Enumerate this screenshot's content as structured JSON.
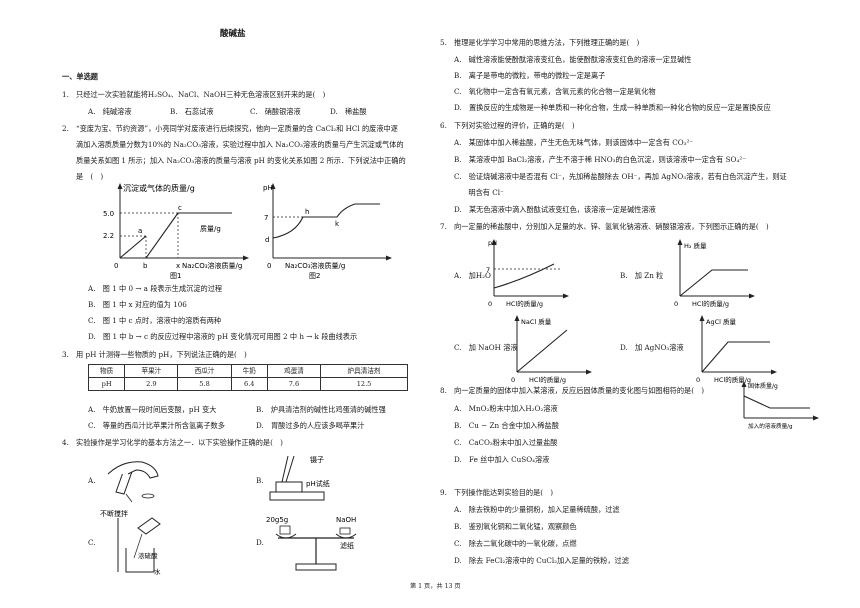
{
  "doc": {
    "title": "酸碱盐",
    "section": "一、单选题",
    "footer": "第 1 页，共 13 页"
  },
  "q1": {
    "stem": "1.　只经过一次实验就能将H₂SO₄、NaCl、NaOH三种无色溶液区别开来的是(　)",
    "options": [
      "A.　纯碱溶液",
      "B.　石蕊试液",
      "C.　硝酸银溶液",
      "D.　稀盐酸"
    ]
  },
  "q2": {
    "stem": [
      "2.　“变废为宝、节约资源”，小亮同学对废液进行后续探究，他向一定质量的含 CaCl₂和 HCl 的废液中逐",
      "滴加入溶质质量分数为10%的 Na₂CO₃溶液，实验过程中加入 Na₂CO₃溶液的质量与产生沉淀或气体的",
      "质量关系如图 1 所示；加入 Na₂CO₃溶液的质量与溶液 pH 的变化关系如图 2 所示．下列说法中正确的",
      "是　(　)"
    ],
    "fig1": {
      "ylabel": "沉淀或气体的质量/g",
      "y1": "5.0",
      "y2": "2.2",
      "origin": "0",
      "a": "a",
      "b": "b",
      "c": "c",
      "x": "x",
      "curve": "质量/g",
      "xlabel": "Na₂CO₃溶液质量/g",
      "caption": "图1"
    },
    "fig2": {
      "ylabel": "pH",
      "y7": "7",
      "d": "d",
      "h": "h",
      "k": "k",
      "origin": "0",
      "xlabel": "Na₂CO₃溶液质量/g",
      "caption": "图2"
    },
    "options": [
      "A.　图 1 中 0 → a 段表示生成沉淀的过程",
      "B.　图 1 中 x 对应的值为 106",
      "C.　图 1 中 c 点时，溶液中的溶质有两种",
      "D.　图 1 中 b → c 的反应过程中溶液的 pH 变化情况可用图 2 中 h → k 段曲线表示"
    ]
  },
  "q3": {
    "stem": "3.　用 pH 计测得一些物质的 pH，下列说法正确的是(　)",
    "table": [
      [
        "物质",
        "苹果汁",
        "西瓜汁",
        "牛奶",
        "鸡蛋清",
        "炉具清洁剂"
      ],
      [
        "pH",
        "2.9",
        "5.8",
        "6.4",
        "7.6",
        "12.5"
      ]
    ],
    "options": [
      "A.　牛奶放置一段时间后变酸，pH 变大",
      "B.　炉具清洁剂的碱性比鸡蛋清的碱性强",
      "C.　等量的西瓜汁比苹果汁所含氢离子数多",
      "D.　胃酸过多的人应该多喝苹果汁"
    ]
  },
  "q4": {
    "stem": "4.　实验操作是学习化学的基本方法之一．以下实验操作正确的是(　)",
    "A": "A.",
    "B": "B.",
    "C": "C.",
    "D": "D.",
    "labelB1": "镊子",
    "labelB2": "pH试纸",
    "labelC1": "不断搅拌",
    "labelC2": "浓硫酸",
    "labelC3": "水",
    "labelD1": "20g5g",
    "labelD2": "NaOH",
    "labelD3": "滤纸"
  },
  "q5": {
    "stem": "5.　推理是化学学习中常用的思维方法，下列推理正确的是(　)",
    "options": [
      "A.　碱性溶液能使酚酞溶液变红色，能使酚酞溶液变红色的溶液一定显碱性",
      "B.　离子是带电的微粒，带电的微粒一定是离子",
      "C.　氧化物中一定含有氧元素，含氧元素的化合物一定是氧化物",
      "D.　置换反应的生成物是一种单质和一种化合物，生成一种单质和一种化合物的反应一定是置换反应"
    ]
  },
  "q6": {
    "stem": "6.　下列对实验过程的评价，正确的是(　)",
    "options": [
      "A.　某固体中加入稀盐酸，产生无色无味气体，则该固体中一定含有 CO₃²⁻",
      "B.　某溶液中加 BaCl₂溶液，产生不溶于稀 HNO₃的白色沉淀，则该溶液中一定含有 SO₄²⁻",
      "C.　验证烧碱溶液中是否混有 Cl⁻，先加稀盐酸除去 OH⁻，再加 AgNO₃溶液，若有白色沉淀产生，则证",
      "　　明含有 Cl⁻",
      "D.　某无色溶液中滴入酚酞试液变红色，该溶液一定是碱性溶液"
    ]
  },
  "q7": {
    "stem": "7.　向一定量的稀盐酸中，分别加入足量的水、锌、氢氧化钠溶液、硝酸银溶液，下列图示正确的是(　)",
    "A": "A.　加H₂O",
    "B": "B.　加 Zn 粒",
    "C": "C.　加 NaOH 溶液",
    "D": "D.　加 AgNO₃溶液",
    "gA": {
      "y": "pH",
      "seven": "7",
      "o": "0",
      "x": "HCl的质量/g"
    },
    "gB": {
      "y": "H₂ 质量",
      "o": "0",
      "x": "HCl的质量/g"
    },
    "gC": {
      "y": "NaCl 质量",
      "o": "0",
      "x": "HCl的质量/g"
    },
    "gD": {
      "y": "AgCl 质量",
      "o": "0",
      "x": "HCl的质量/g"
    }
  },
  "q8": {
    "stem": "8.　向一定质量的固体中加入某溶液，反应后固体质量的变化图与如图相符的是(　)",
    "graph": {
      "y": "固体质量/g",
      "x": "加入的溶液质量/g"
    },
    "options": [
      "A.　MnO₂粉末中加入H₂O₂溶液",
      "B.　Cu − Zn 合金中加入稀盐酸",
      "C.　CaCO₃粉末中加入过量盐酸",
      "D.　Fe 丝中加入 CuSO₄溶液"
    ]
  },
  "q9": {
    "stem": "9.　下列操作能达到实验目的是(　)",
    "options": [
      "A.　除去铁粉中的少量铜粉，加入足量稀硫酸，过滤",
      "B.　鉴别氧化铜和二氧化锰，观察颜色",
      "C.　除去二氧化碳中的一氧化碳，点燃",
      "D.　除去 FeCl₂溶液中的 CuCl₂加入足量的铁粉，过滤"
    ]
  }
}
